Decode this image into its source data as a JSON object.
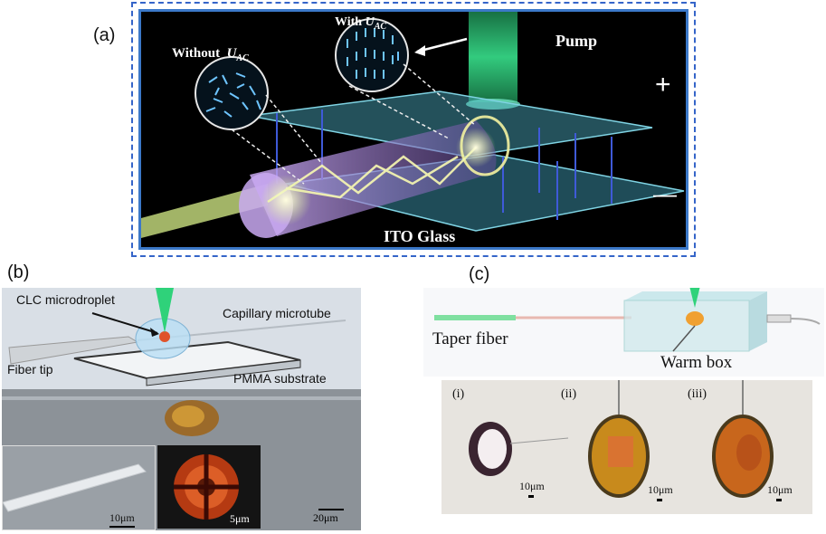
{
  "panels": {
    "a": {
      "label": "(a)",
      "without_text": "Without",
      "with_text": "With",
      "u_symbol": "U",
      "u_sub": "AC",
      "pump": "Pump",
      "plus": "+",
      "minus": "—",
      "ito": "ITO Glass"
    },
    "b": {
      "label": "(b)",
      "clc": "CLC microdroplet",
      "capillary": "Capillary microtube",
      "fiber_tip": "Fiber tip",
      "pmma": "PMMA substrate",
      "scale_10": "10μm",
      "scale_5": "5μm",
      "scale_20": "20μm"
    },
    "c": {
      "label": "(c)",
      "taper": "Taper fiber",
      "warm": "Warm box",
      "sub_i": "(i)",
      "sub_ii": "(ii)",
      "sub_iii": "(iii)",
      "scale_i": "10μm",
      "scale_ii": "10μm",
      "scale_iii": "10μm"
    }
  },
  "colors": {
    "frame_dashed": "#3565c9",
    "frame_inner": "#3b78c8",
    "pump_green": "#2fd27a",
    "glass_cyan": "#4fb3c9",
    "cylinder_purple": "#b89be0",
    "droplet_orange": "#d98a1c"
  }
}
